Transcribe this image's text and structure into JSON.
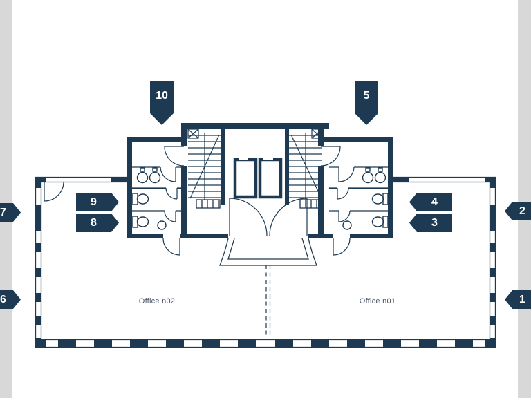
{
  "palette": {
    "navy": "#1e3a52",
    "gutter": "#d8d8d8",
    "label_text": "#4a5466"
  },
  "rooms": {
    "office_left_label": "Office n02",
    "office_right_label": "Office n01"
  },
  "markers": {
    "m1": "1",
    "m2": "2",
    "m3": "3",
    "m4": "4",
    "m5": "5",
    "m6": "6",
    "m7": "7",
    "m8": "8",
    "m9": "9",
    "m10": "10"
  }
}
